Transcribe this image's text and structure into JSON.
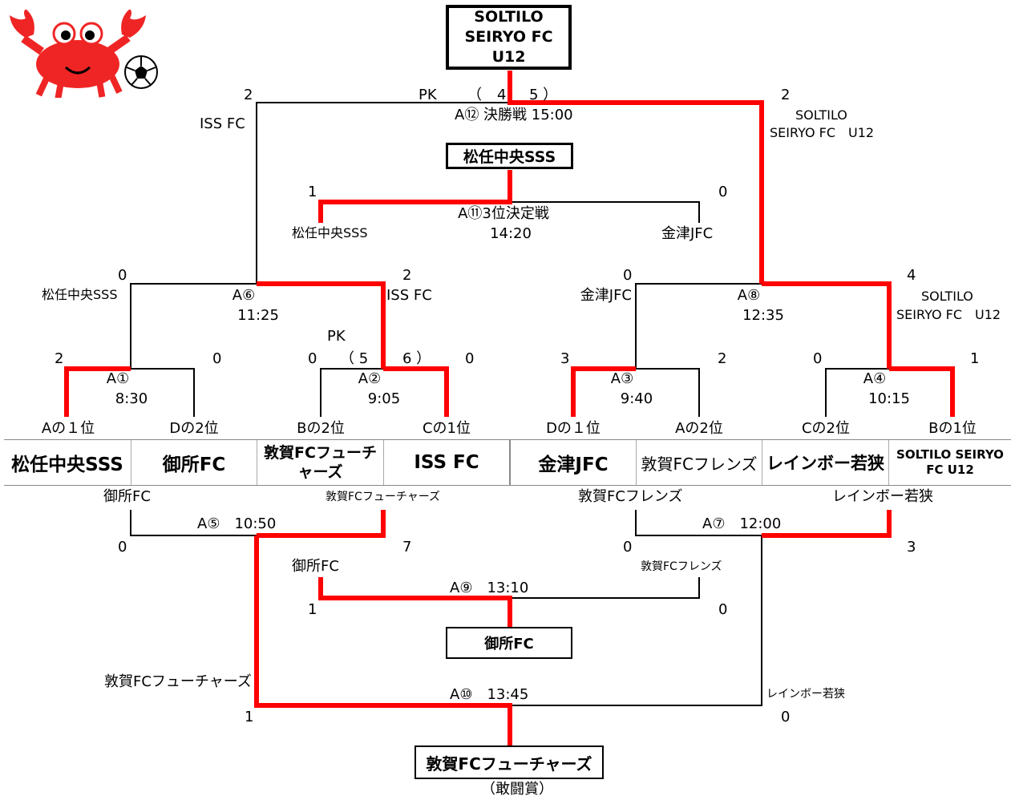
{
  "colors": {
    "winner_line": "#ff0000",
    "loser_line": "#000000",
    "mascot": "#ef2525"
  },
  "mascot": {
    "icon": "crab-with-soccer-ball"
  },
  "champion": {
    "line1": "SOLTILO",
    "line2": "SEIRYO FC",
    "line3": "U12"
  },
  "teams_row": [
    "松任中央SSS",
    "御所FC",
    "敦賀FCフューチャーズ",
    "ISS FC",
    "金津JFC",
    "敦賀FCフレンズ",
    "レインボー若狭",
    "SOLTILO SEIRYO FC U12"
  ],
  "seeds": {
    "s1": "Aの１位",
    "s2": "Dの2位",
    "s3": "Bの2位",
    "s4": "Cの1位",
    "s5": "Dの１位",
    "s6": "Aの2位",
    "s7": "Cの2位",
    "s8": "Bの1位"
  },
  "matches": {
    "m1": {
      "label": "A①",
      "time": "8:30",
      "score_left": "2",
      "score_right": "0"
    },
    "m2": {
      "label": "A②",
      "time": "9:05",
      "score_left": "0",
      "score_right": "0",
      "pk_label": "PK",
      "pk_open": "（ 5",
      "pk_close": "6 ）"
    },
    "m3": {
      "label": "A③",
      "time": "9:40",
      "score_left": "3",
      "score_right": "2"
    },
    "m4": {
      "label": "A④",
      "time": "10:15",
      "score_left": "0",
      "score_right": "1"
    },
    "m6": {
      "label": "A⑥",
      "time": "11:25",
      "score_left": "0",
      "score_right": "2",
      "team_left": "松任中央SSS",
      "team_right": "ISS FC"
    },
    "m8": {
      "label": "A⑧",
      "time": "12:35",
      "score_left": "0",
      "score_right": "4",
      "team_left": "金津JFC",
      "team_right_line1": "SOLTILO",
      "team_right_line2": "SEIRYO FC　U12"
    },
    "m12": {
      "title": "A⑫ 決勝戦 15:00",
      "score_left": "2",
      "score_right": "2",
      "pk_label": "PK",
      "pk_open": "（",
      "pk_left": "4",
      "pk_right": "5 ）",
      "team_left": "ISS FC",
      "team_right_line1": "SOLTILO",
      "team_right_line2": "SEIRYO FC　U12"
    },
    "m11": {
      "title": "A⑪3位決定戦",
      "time": "14:20",
      "score_left": "1",
      "score_right": "0",
      "team_left": "松任中央SSS",
      "team_right": "金津JFC",
      "winner": "松任中央SSS"
    },
    "m5": {
      "label": "A⑤　10:50",
      "score_left": "0",
      "score_right": "7",
      "team_left": "御所FC",
      "team_right": "敦賀FCフューチャーズ"
    },
    "m7": {
      "label": "A⑦　12:00",
      "score_left": "0",
      "score_right": "3",
      "team_left": "敦賀FCフレンズ",
      "team_right": "レインボー若狭"
    },
    "m9": {
      "label": "A⑨　13:10",
      "score_left": "1",
      "score_right": "0",
      "team_left": "御所FC",
      "team_right": "敦賀FCフレンズ",
      "winner": "御所FC"
    },
    "m10": {
      "label": "A⑩　13:45",
      "score_left": "1",
      "score_right": "0",
      "team_left": "敦賀FCフューチャーズ",
      "team_right": "レインボー若狭",
      "winner": "敦賀FCフューチャーズ",
      "award": "（敢闘賞）"
    }
  }
}
